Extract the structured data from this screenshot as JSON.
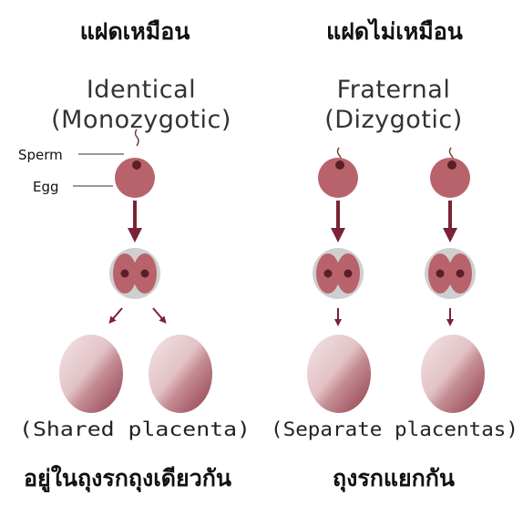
{
  "headings": {
    "left_thai": "แฝดเหมือน",
    "right_thai": "แฝดไม่เหมือน"
  },
  "identical": {
    "title_line1": "Identical",
    "title_line2": "(Monozygotic)",
    "sperm_label": "Sperm",
    "egg_label": "Egg",
    "caption": "(Shared placenta)",
    "thai_caption": "อยู่ในถุงรกถุงเดียวกัน"
  },
  "fraternal": {
    "title_line1": "Fraternal",
    "title_line2": "(Dizygotic)",
    "caption": "(Separate placentas)",
    "thai_caption": "ถุงรกแยกกัน"
  },
  "colors": {
    "cell_fill": "#b8636b",
    "nucleus": "#5a1f28",
    "arrow": "#7a2335",
    "zygote_background": "#cfcfcf",
    "placenta_light": "#f1e1e3",
    "placenta_dark": "#9c4f5b",
    "sperm_line": "#7a3a45"
  }
}
